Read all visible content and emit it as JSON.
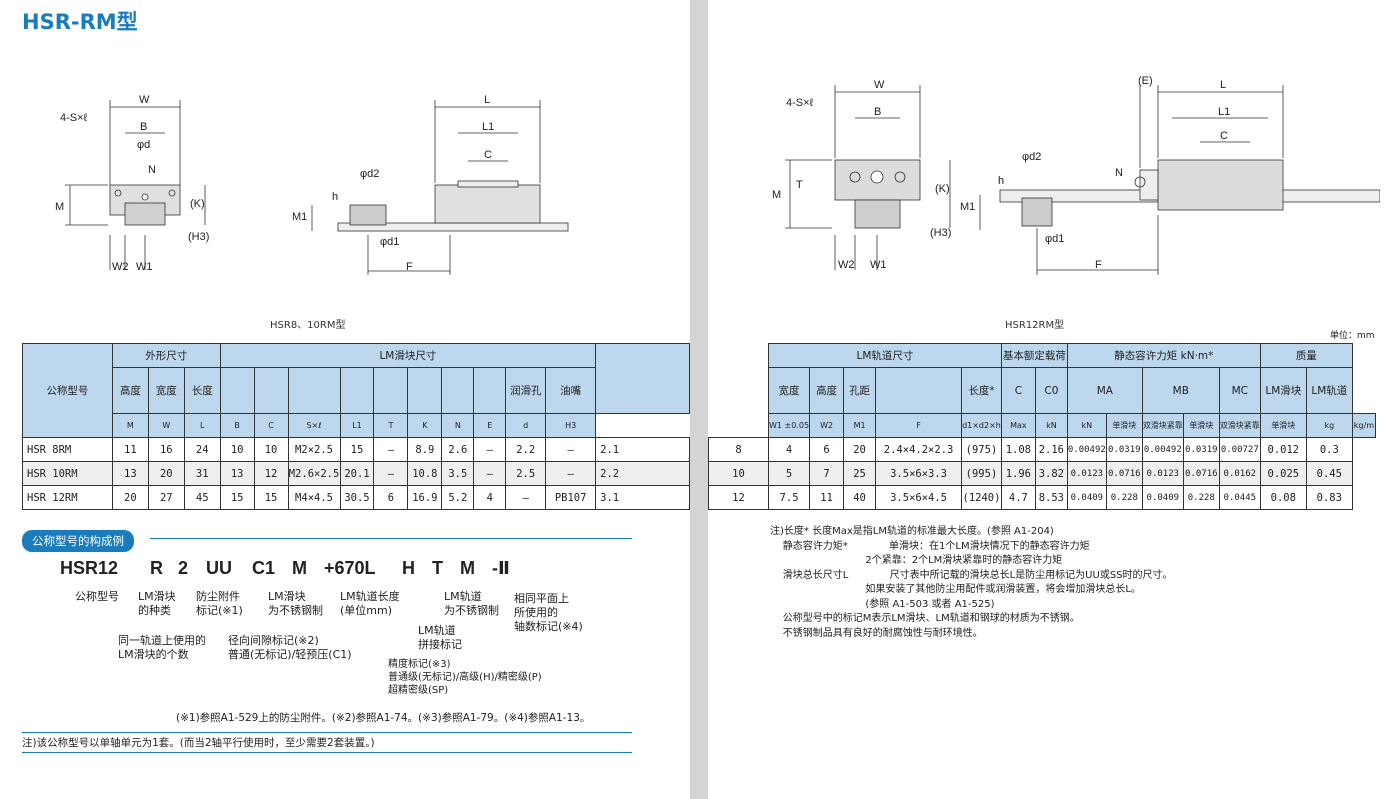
{
  "title": "HSR-RM型",
  "captions": {
    "left": "HSR8、10RM型",
    "right": "HSR12RM型"
  },
  "unit": "单位：mm",
  "drawing_labels": {
    "w": "W",
    "b": "B",
    "n": "N",
    "m": "M",
    "k": "(K)",
    "h3": "(H3)",
    "w1": "W1",
    "w2": "W2",
    "l": "L",
    "l1": "L1",
    "c": "C",
    "d2": "φd2",
    "d1": "φd1",
    "h": "h",
    "m1": "M1",
    "f": "F",
    "sxl": "4-S×ℓ",
    "d": "φd",
    "t": "T",
    "e": "(E)"
  },
  "table_left": {
    "headers": {
      "model": "公称型号",
      "outer": "外形尺寸",
      "block": "LM滑块尺寸",
      "height": "高度",
      "width": "宽度",
      "length": "长度",
      "lube": "润滑孔",
      "grease": "油嘴",
      "sym": [
        "M",
        "W",
        "L",
        "B",
        "C",
        "S×ℓ",
        "L1",
        "T",
        "K",
        "N",
        "E",
        "d",
        "H3"
      ]
    },
    "rows": [
      [
        "HSR 8RM",
        "11",
        "16",
        "24",
        "10",
        "10",
        "M2×2.5",
        "15",
        "—",
        "8.9",
        "2.6",
        "—",
        "2.2",
        "—",
        "2.1"
      ],
      [
        "HSR 10RM",
        "13",
        "20",
        "31",
        "13",
        "12",
        "M2.6×2.5",
        "20.1",
        "—",
        "10.8",
        "3.5",
        "—",
        "2.5",
        "—",
        "2.2"
      ],
      [
        "HSR 12RM",
        "20",
        "27",
        "45",
        "15",
        "15",
        "M4×4.5",
        "30.5",
        "6",
        "16.9",
        "5.2",
        "4",
        "—",
        "PB107",
        "3.1"
      ]
    ]
  },
  "table_right": {
    "headers": {
      "rail": "LM轨道尺寸",
      "rated": "基本额定载荷",
      "moment": "静态容许力矩 kN·m*",
      "mass": "质量",
      "width": "宽度",
      "height": "高度",
      "pitch": "孔距",
      "length": "长度*",
      "ma": "MA",
      "mb": "MB",
      "mc": "MC",
      "block_mass": "LM滑块",
      "rail_mass": "LM轨道",
      "single": "单滑块",
      "double": "双滑块紧靠",
      "sym": [
        "W1 ±0.05",
        "W2",
        "M1",
        "F",
        "d1×d2×h",
        "Max",
        "kN",
        "kN",
        "kg",
        "kg/m"
      ],
      "c": "C",
      "c0": "C0"
    },
    "rows": [
      [
        "8",
        "4",
        "6",
        "20",
        "2.4×4.2×2.3",
        "(975)",
        "1.08",
        "2.16",
        "0.00492",
        "0.0319",
        "0.00492",
        "0.0319",
        "0.00727",
        "0.012",
        "0.3"
      ],
      [
        "10",
        "5",
        "7",
        "25",
        "3.5×6×3.3",
        "(995)",
        "1.96",
        "3.82",
        "0.0123",
        "0.0716",
        "0.0123",
        "0.0716",
        "0.0162",
        "0.025",
        "0.45"
      ],
      [
        "12",
        "7.5",
        "11",
        "40",
        "3.5×6×4.5",
        "(1240)",
        "4.7",
        "8.53",
        "0.0409",
        "0.228",
        "0.0409",
        "0.228",
        "0.0445",
        "0.08",
        "0.83"
      ]
    ]
  },
  "config": {
    "badge": "公称型号的构成例",
    "code": [
      "HSR12",
      "R",
      "2",
      "UU",
      "C1",
      "M",
      "+670L",
      "H",
      "T",
      "M",
      "-Ⅱ"
    ],
    "labels": {
      "model": "公称型号",
      "block_type": "LM滑块\n的种类",
      "count": "同一轨道上使用的\nLM滑块的个数",
      "dust": "防尘附件\n标记(※1)",
      "clearance": "径向间隙标记(※2)\n普通(无标记)/轻预压(C1)",
      "block_ss": "LM滑块\n为不锈钢制",
      "rail_len": "LM轨道长度\n(单位mm)",
      "joint": "LM轨道\n拼接标记",
      "accuracy": "精度标记(※3)\n普通级(无标记)/高级(H)/精密级(P)\n超精密级(SP)",
      "rail_ss": "LM轨道\n为不锈钢制",
      "axis": "相同平面上\n所使用的\n轴数标记(※4)"
    },
    "refs": "(※1)参照A1-529上的防尘附件。(※2)参照A1-74。(※3)参照A1-79。(※4)参照A1-13。",
    "note": "注)该公称型号以单轴单元为1套。(而当2轴平行使用时，至少需要2套装置。)"
  },
  "notes_right": [
    "注)长度* 长度Max是指LM轨道的标准最大长度。(参照 A1-204)",
    "    静态容许力矩*             单滑块：在1个LM滑块情况下的静态容许力矩",
    "                              2个紧靠：2个LM滑块紧靠时的静态容许力矩",
    "    滑块总长尺寸L             尺寸表中所记载的滑块总长L是防尘用标记为UU或SS时的尺寸。",
    "                              如果安装了其他防尘用配件或润滑装置，将会增加滑块总长L。",
    "                              (参照 A1-503 或者 A1-525)",
    "    公称型号中的标记M表示LM滑块、LM轨道和钢球的材质为不锈钢。",
    "    不锈钢制品具有良好的耐腐蚀性与耐环境性。"
  ],
  "colors": {
    "accent": "#1a7bbd",
    "header_bg": "#bcd7ee"
  }
}
